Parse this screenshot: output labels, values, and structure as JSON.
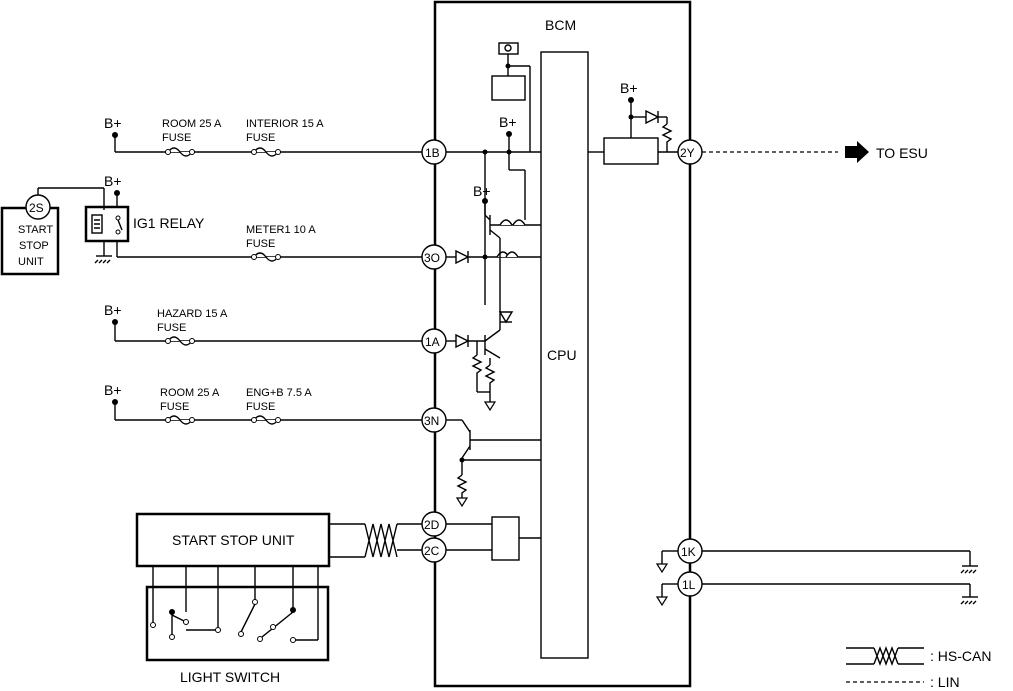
{
  "bcm": {
    "title": "BCM",
    "cpu": "CPU"
  },
  "supply_label": "B+",
  "to_esu": "TO ESU",
  "ig1_relay": "IG1 RELAY",
  "start_stop_unit_box": [
    "START",
    "STOP",
    "UNIT"
  ],
  "start_stop_unit": "START STOP UNIT",
  "light_switch": "LIGHT SWITCH",
  "fuses": {
    "room1": [
      "ROOM 25 A",
      "FUSE"
    ],
    "interior": [
      "INTERIOR 15 A",
      "FUSE"
    ],
    "meter1": [
      "METER1 10 A",
      "FUSE"
    ],
    "hazard": [
      "HAZARD 15 A",
      "FUSE"
    ],
    "room2": [
      "ROOM 25 A",
      "FUSE"
    ],
    "engb": [
      "ENG+B 7.5 A",
      "FUSE"
    ]
  },
  "connectors": {
    "c1B": "1B",
    "c3O": "3O",
    "c1A": "1A",
    "c3N": "3N",
    "c2D": "2D",
    "c2C": "2C",
    "c2Y": "2Y",
    "c1K": "1K",
    "c1L": "1L",
    "c2S": "2S"
  },
  "legend": {
    "hs_can": ": HS-CAN",
    "lin": ": LIN"
  }
}
